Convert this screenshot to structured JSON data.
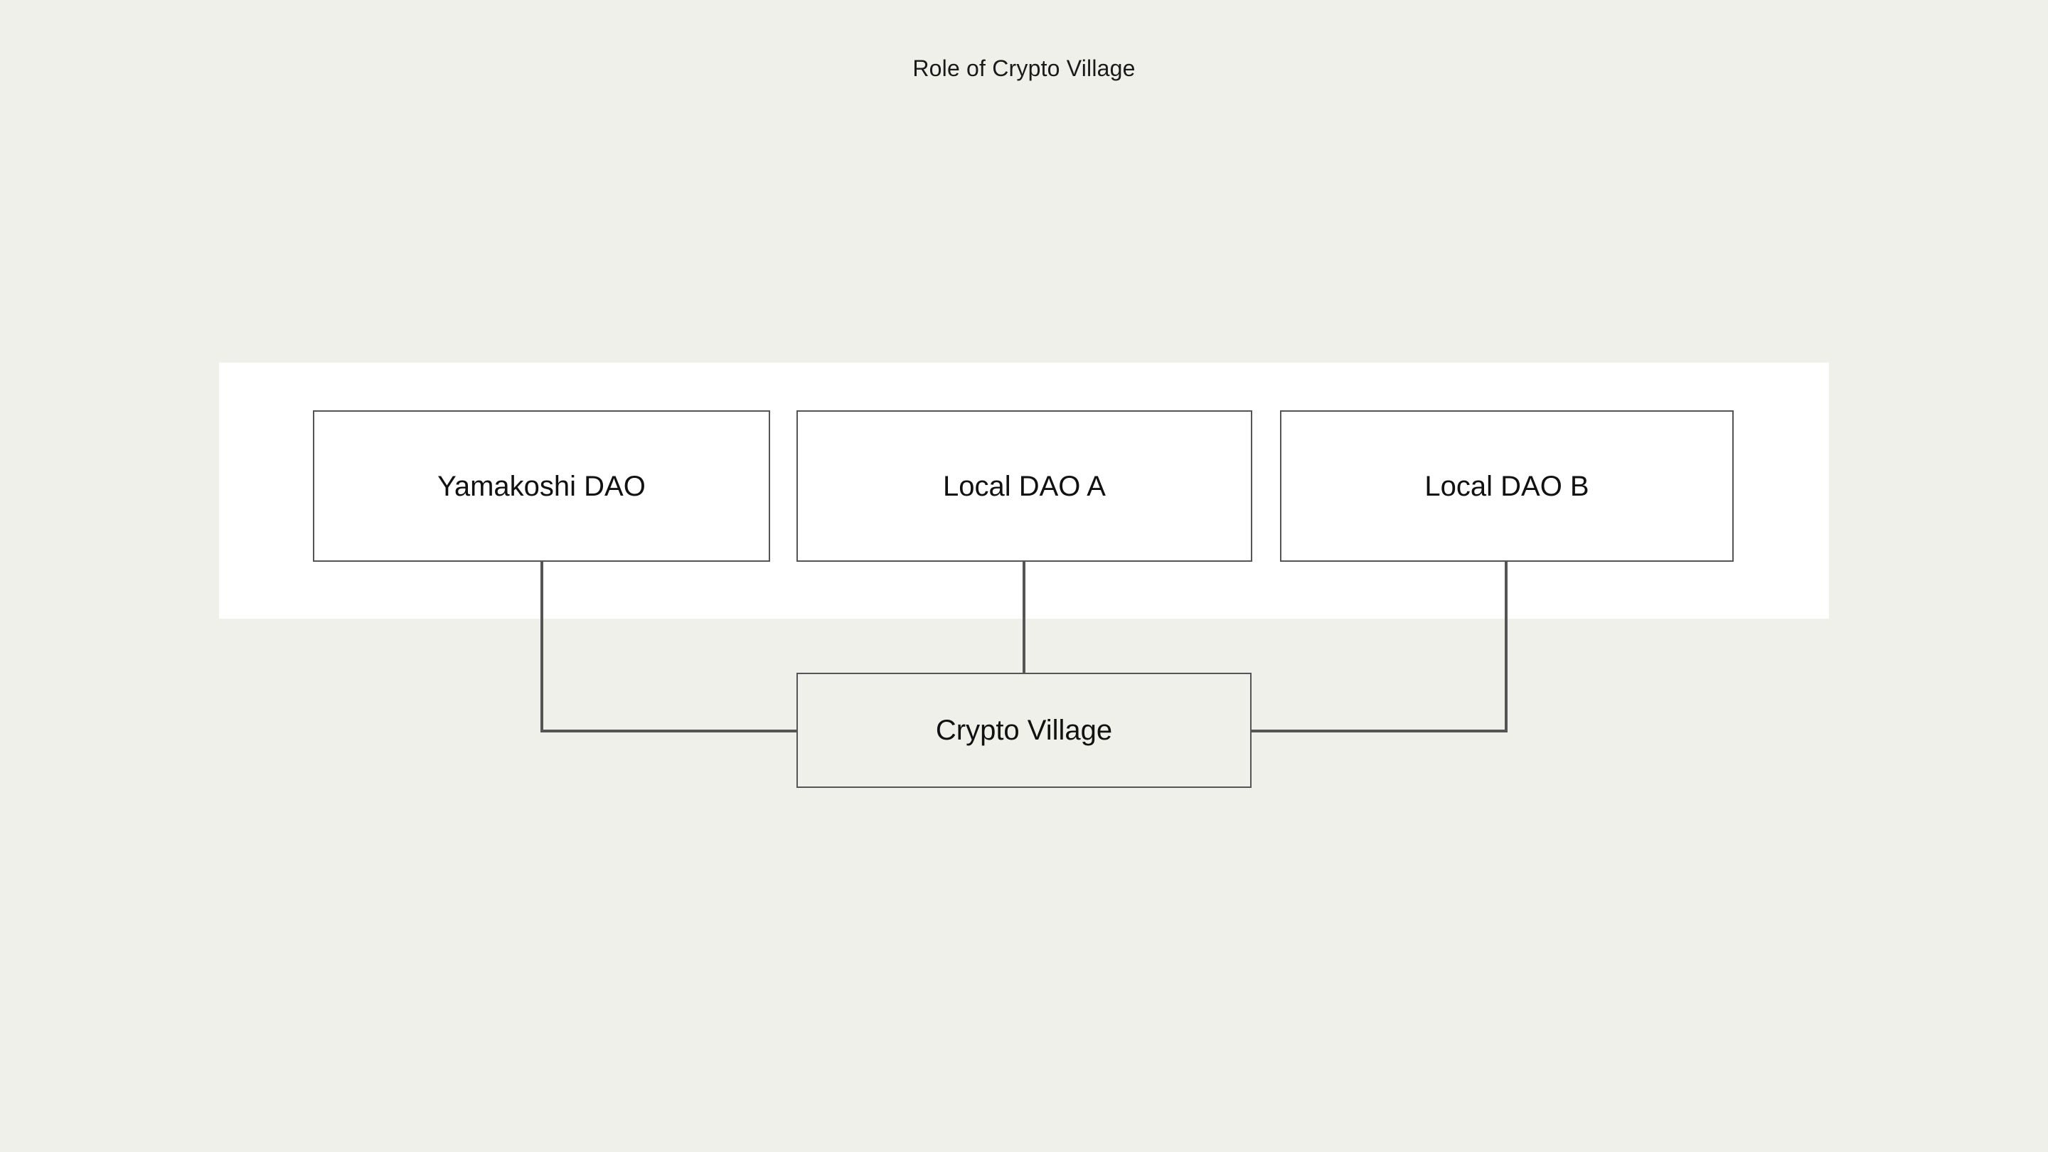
{
  "diagram": {
    "title": "Role of Crypto Village",
    "type": "flowchart",
    "background_color": "#f0f0ea",
    "cluster": {
      "name": "dao-cluster",
      "fill_color": "#ffffff"
    },
    "node_border_color": "#555555",
    "nodes": [
      {
        "id": "yamakoshi-dao",
        "label": "Yamakoshi DAO",
        "fill_color": "#ffffff",
        "group": "dao-cluster"
      },
      {
        "id": "local-dao-a",
        "label": "Local DAO A",
        "fill_color": "#ffffff",
        "group": "dao-cluster"
      },
      {
        "id": "local-dao-b",
        "label": "Local DAO B",
        "fill_color": "#ffffff",
        "group": "dao-cluster"
      },
      {
        "id": "crypto-village",
        "label": "Crypto Village",
        "fill_color": "#f0f0ea",
        "group": null
      }
    ],
    "edges": [
      {
        "from": "yamakoshi-dao",
        "to": "crypto-village",
        "label": ""
      },
      {
        "from": "local-dao-a",
        "to": "crypto-village",
        "label": ""
      },
      {
        "from": "local-dao-b",
        "to": "crypto-village",
        "label": ""
      }
    ]
  }
}
